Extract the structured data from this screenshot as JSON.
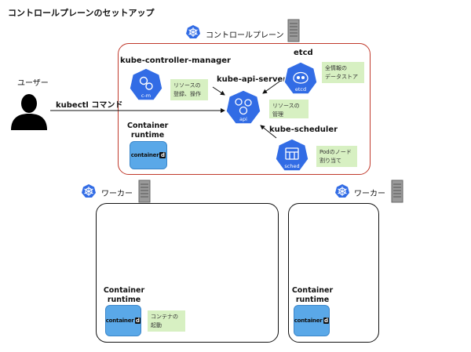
{
  "title": "コントロールプレーンのセットアップ",
  "control_plane": {
    "label": "コントロールプレーン"
  },
  "user": {
    "label": "ユーザー",
    "command": "kubectl コマンド"
  },
  "components": {
    "cm": {
      "label": "kube-controller-manager",
      "icon_text": "c-m",
      "note_line1": "リソースの",
      "note_line2": "登録、操作"
    },
    "api": {
      "label": "kube-api-server",
      "icon_text": "api"
    },
    "etcd": {
      "label": "etcd",
      "icon_text": "etcd",
      "note_line1": "全情報の",
      "note_line2": "データストア"
    },
    "api_note": {
      "line1": "リソースの",
      "line2": "管理"
    },
    "sched": {
      "label": "kube-scheduler",
      "icon_text": "sched",
      "note_line1": "Podのノード",
      "note_line2": "割り当て"
    }
  },
  "runtime": {
    "line1": "Container",
    "line2": "runtime",
    "logo_text": "container",
    "logo_mark": "d"
  },
  "workers": [
    {
      "label": "ワーカー",
      "note_line1": "コンテナの",
      "note_line2": "起動"
    },
    {
      "label": "ワーカー"
    }
  ],
  "colors": {
    "k8s_blue": "#326ce5",
    "control_plane_border": "#c0392b",
    "note_bg": "#d7f0c2",
    "runtime_blue": "#5aa8e8"
  }
}
